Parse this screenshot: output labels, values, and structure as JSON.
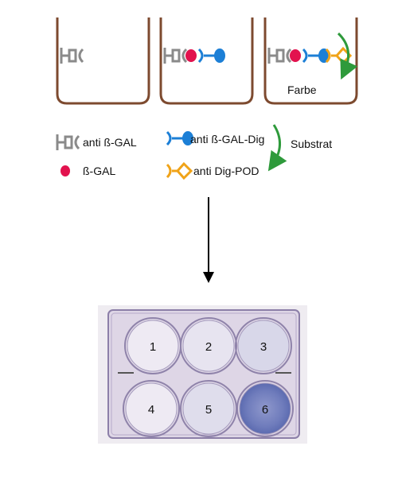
{
  "wells": {
    "well3_label": "Farbe"
  },
  "legend": {
    "anti_bgal": "anti ß-GAL",
    "bgal": "ß-GAL",
    "anti_bgal_dig": "anti ß-GAL-Dig",
    "substrat": "Substrat",
    "anti_dig_pod": "anti Dig-POD"
  },
  "plate": {
    "wells": [
      {
        "label": "1",
        "stain_level": 0.0
      },
      {
        "label": "2",
        "stain_level": 0.05
      },
      {
        "label": "3",
        "stain_level": 0.15
      },
      {
        "label": "4",
        "stain_level": 0.0
      },
      {
        "label": "5",
        "stain_level": 0.1
      },
      {
        "label": "6",
        "stain_level": 0.9
      }
    ]
  },
  "colors": {
    "well_outline": "#7d4a2f",
    "capture_antibody": "#8a8a8a",
    "bgal": "#e2124e",
    "dig_antibody": "#1c7fd6",
    "pod_antibody": "#f0a318",
    "substrate_arrow": "#2e9a3b",
    "plate_tint": "#d8cfe0",
    "stain_blue": "#5c6bb0"
  }
}
